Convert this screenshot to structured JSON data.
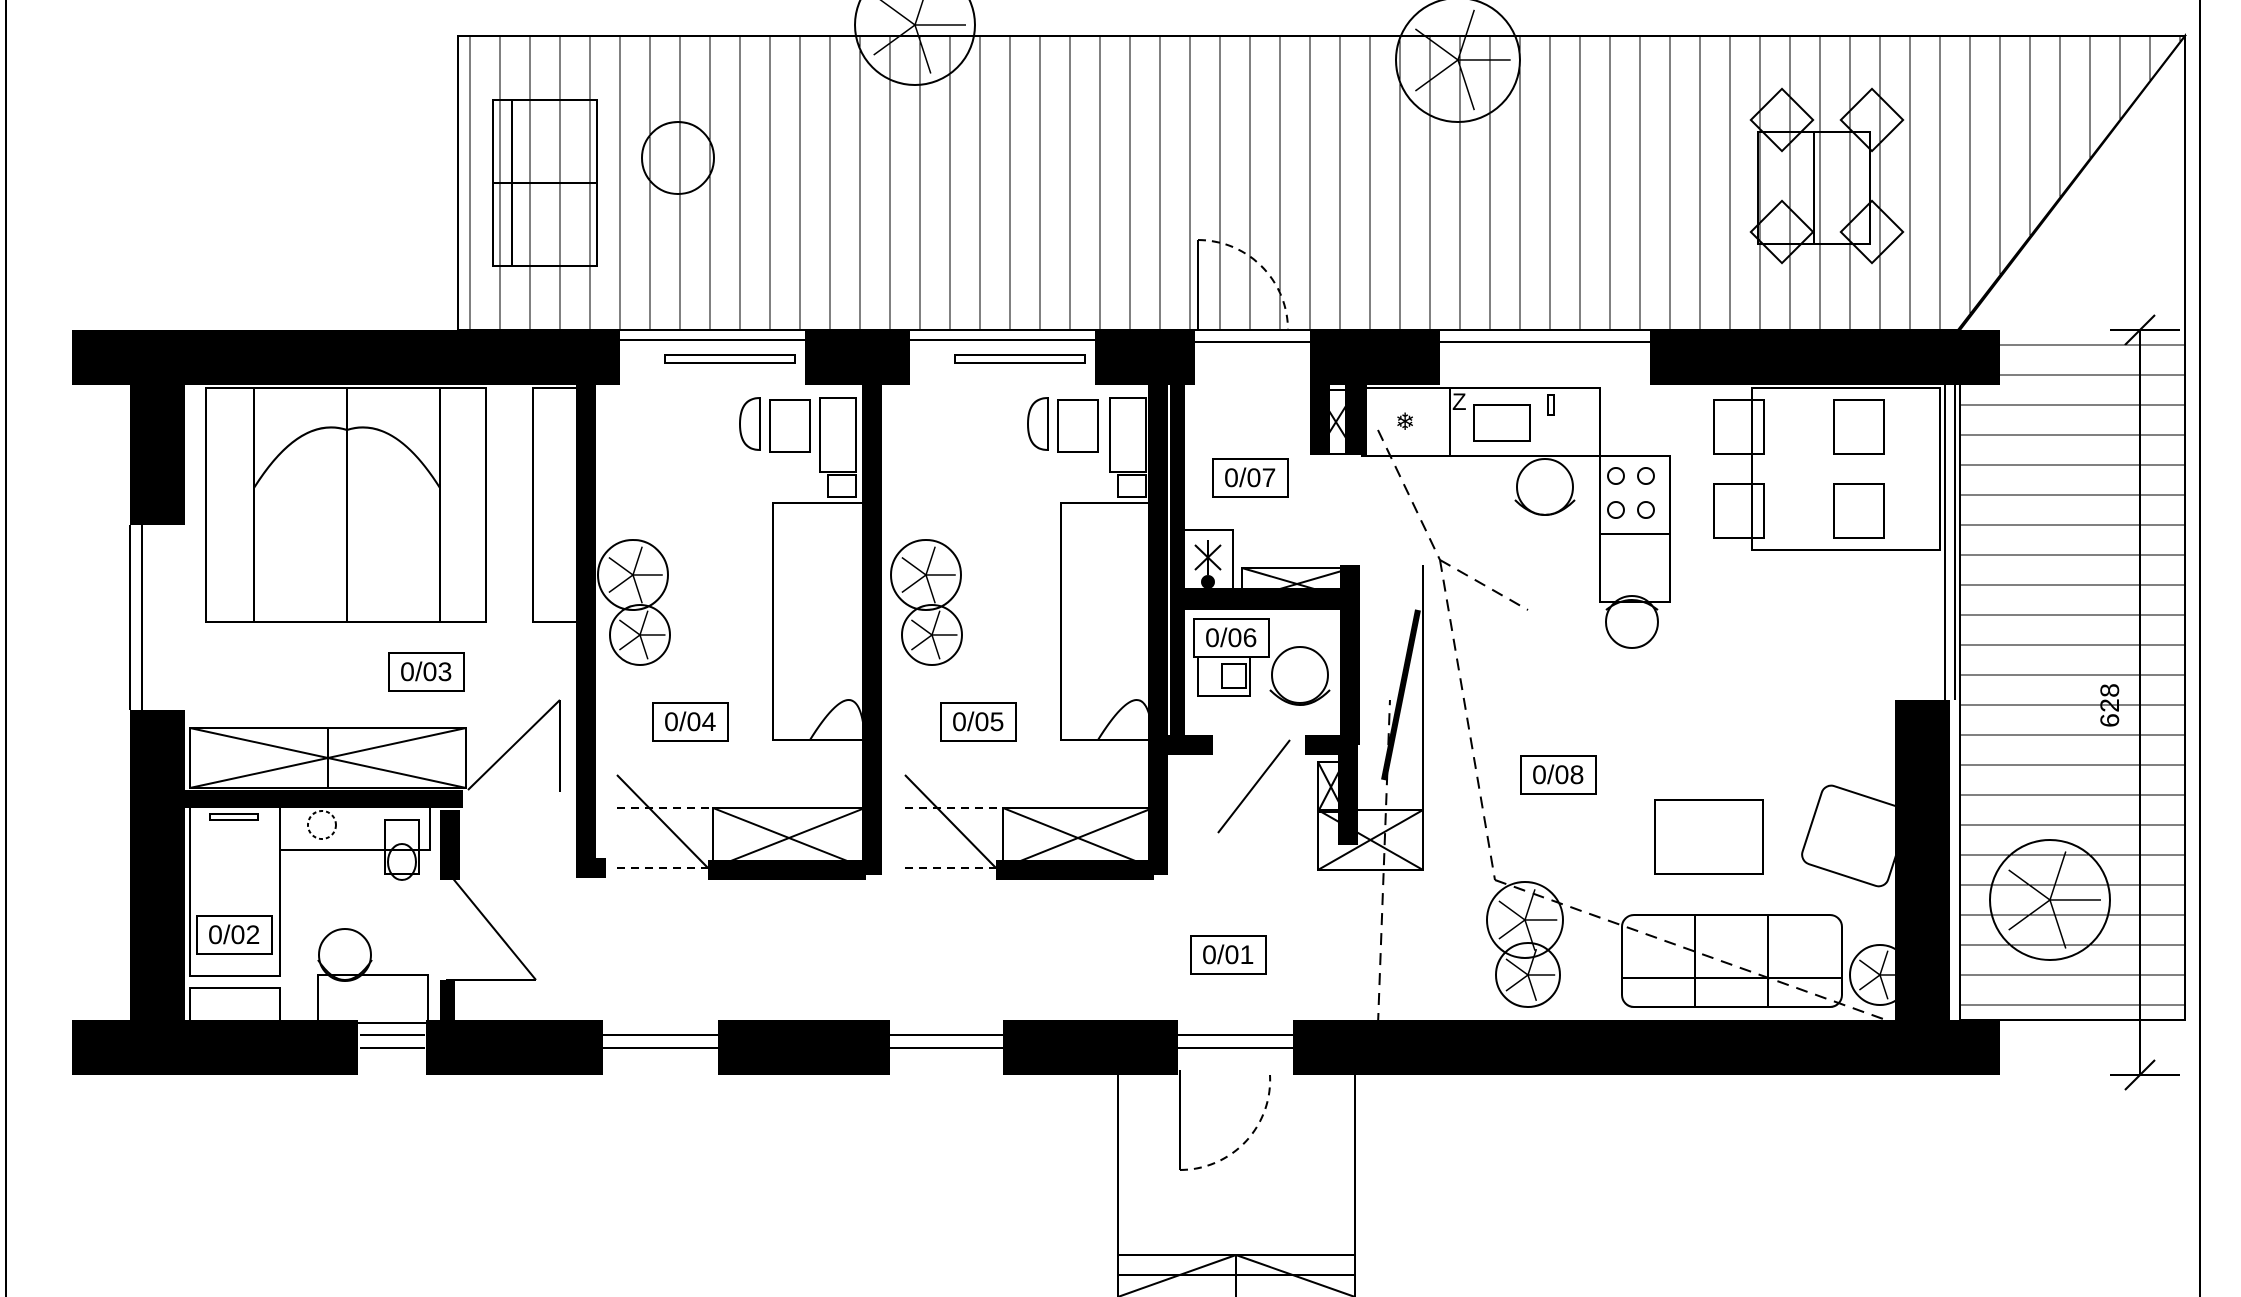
{
  "plan": {
    "rooms": [
      {
        "id": "r01",
        "label": "0/01"
      },
      {
        "id": "r02",
        "label": "0/02"
      },
      {
        "id": "r03",
        "label": "0/03"
      },
      {
        "id": "r04",
        "label": "0/04"
      },
      {
        "id": "r05",
        "label": "0/05"
      },
      {
        "id": "r06",
        "label": "0/06"
      },
      {
        "id": "r07",
        "label": "0/07"
      },
      {
        "id": "r08",
        "label": "0/08"
      }
    ],
    "dimension": "628",
    "fridge_mark": "Z"
  },
  "colors": {
    "wall": "#000000",
    "line": "#000000",
    "paper": "#ffffff"
  }
}
